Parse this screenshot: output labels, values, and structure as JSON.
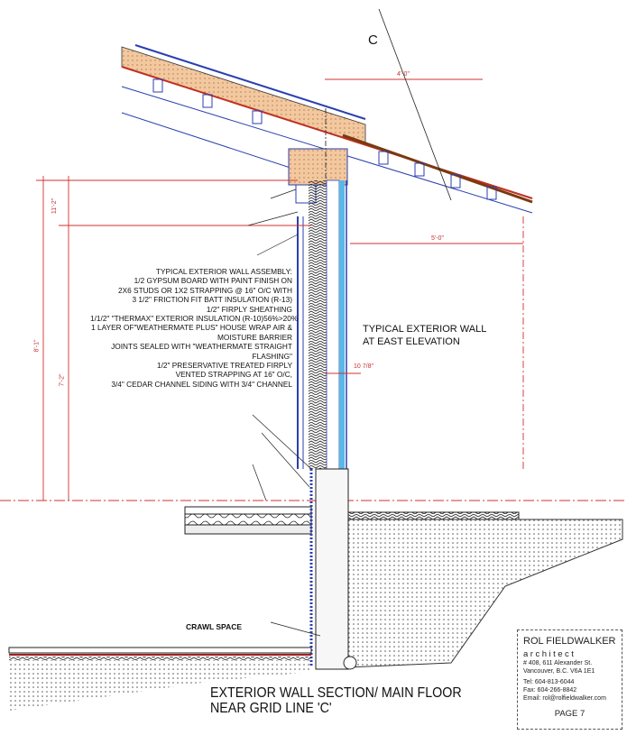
{
  "drawing": {
    "title_line1": "EXTERIOR WALL SECTION/ MAIN FLOOR",
    "title_line2": "NEAR GRID LINE 'C'",
    "grid_marker": "C",
    "wall_label_line1": "TYPICAL EXTERIOR WALL",
    "wall_label_line2": "AT EAST ELEVATION",
    "crawl_space": "CRAWL SPACE",
    "assembly": [
      "TYPICAL EXTERIOR WALL ASSEMBLY:",
      "1/2 GYPSUM BOARD WITH PAINT FINISH ON",
      "2X6  STUDS OR 1X2 STRAPPING @ 16\" O/C WITH",
      "3 1/2\" FRICTION FIT BATT INSULATION (R-13)",
      "1/2\" FIRPLY SHEATHING",
      "1/1/2\" \"THERMAX\" EXTERIOR INSULATION (R-10)56%>20%",
      "1 LAYER OF\"WEATHERMATE PLUS\" HOUSE WRAP AIR &",
      "MOISTURE BARRIER",
      "JOINTS SEALED WITH \"WEATHERMATE STRAIGHT",
      "FLASHING\"",
      "1/2\" PRESERVATIVE TREATED FIRPLY",
      "VENTED STRAPPING AT 16\" O/C,",
      "3/4\" CEDAR CHANNEL SIDING WITH 3/4\" CHANNEL"
    ],
    "dimensions": {
      "upper_height": "11'-2\"",
      "overall_height": "8'-1\"",
      "wall_height": "7'-2\"",
      "overhang": "5'-0\"",
      "roof_run": "4'-0\"",
      "wall_offset": "10 7/8\""
    }
  },
  "title_block": {
    "firm": "ROL FIELDWALKER",
    "role": "architect",
    "address1": "# 408, 611 Alexander St.",
    "address2": "Vancouver, B.C. V6A 1E1",
    "tel": "Tel: 604-813-6044",
    "fax": "Fax: 604-266-8842",
    "email": "Email: rol@rolfieldwalker.com",
    "page": "PAGE 7"
  },
  "colors": {
    "dimension": "#d03030",
    "structure": "#2a3fb0",
    "insulation": "#f2c49a",
    "membrane": "#5ab8e6"
  }
}
